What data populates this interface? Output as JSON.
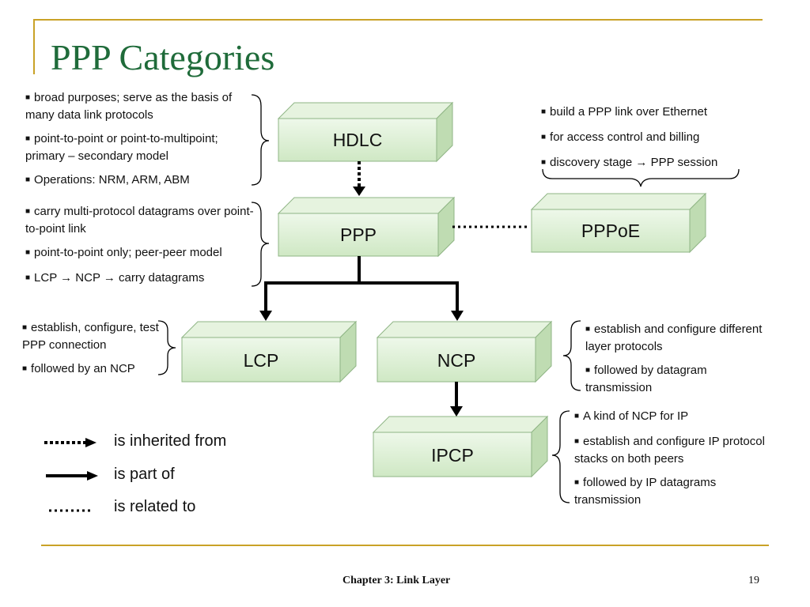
{
  "title": "PPP Categories",
  "boxes": {
    "hdlc": "HDLC",
    "ppp": "PPP",
    "pppoe": "PPPoE",
    "lcp": "LCP",
    "ncp": "NCP",
    "ipcp": "IPCP"
  },
  "notes": {
    "hdlc": [
      "broad purposes; serve as the basis of many data link protocols",
      "point-to-point or point-to-multipoint; primary – secondary model",
      "Operations: NRM, ARM, ABM"
    ],
    "pppoe": [
      "build a PPP link over Ethernet",
      "for access control and billing",
      "discovery stage → PPP session"
    ],
    "ppp": [
      "carry multi-protocol datagrams over point-to-point link",
      "point-to-point only; peer-peer model",
      "LCP → NCP → carry datagrams"
    ],
    "lcp": [
      "establish, configure, test PPP connection",
      "followed by an NCP"
    ],
    "ncp": [
      "establish and configure different layer protocols",
      "followed by datagram transmission"
    ],
    "ipcp": [
      "A kind of NCP for IP",
      "establish and configure IP protocol stacks on both peers",
      "followed by IP datagrams transmission"
    ]
  },
  "legend": {
    "inherited": "is inherited from",
    "part_of": "is part of",
    "related": "is related to"
  },
  "footer": {
    "chapter": "Chapter 3: Link Layer",
    "page": "19"
  },
  "colors": {
    "title": "#1f6b3a",
    "rule": "#c9a227",
    "box_front": "#d9eed0",
    "box_side": "#bfdcb2",
    "box_border": "#8fb585"
  }
}
